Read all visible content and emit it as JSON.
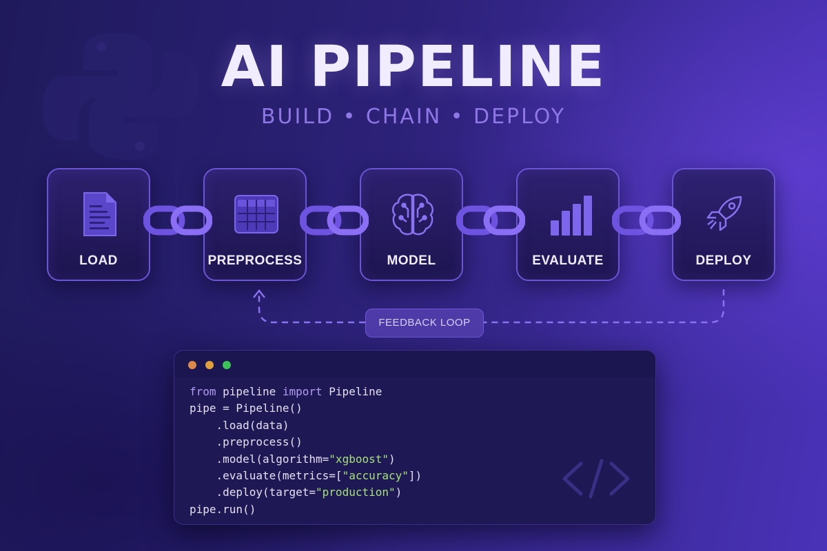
{
  "header": {
    "title": "AI PIPELINE",
    "subtitle": "BUILD • CHAIN • DEPLOY"
  },
  "stages": [
    {
      "label": "LOAD",
      "icon": "document-icon"
    },
    {
      "label": "PREPROCESS",
      "icon": "table-grid-icon"
    },
    {
      "label": "MODEL",
      "icon": "brain-circuit-icon"
    },
    {
      "label": "EVALUATE",
      "icon": "bar-chart-icon"
    },
    {
      "label": "DEPLOY",
      "icon": "rocket-icon"
    }
  ],
  "feedback_loop": {
    "label": "FEEDBACK LOOP"
  },
  "code_editor": {
    "window_dots": [
      "#d98a4a",
      "#e0a040",
      "#3fc15a"
    ],
    "lines": {
      "l1_kw1": "from",
      "l1_mod": " pipeline ",
      "l1_kw2": "import",
      "l1_cls": " Pipeline",
      "l2": "pipe = Pipeline()",
      "l3": "    .load(data)",
      "l4": "    .preprocess()",
      "l5_a": "    .model(algorithm=",
      "l5_s": "\"xgboost\"",
      "l5_b": ")",
      "l6_a": "    .evaluate(metrics=[",
      "l6_s": "\"accuracy\"",
      "l6_b": "])",
      "l7_a": "    .deploy(target=",
      "l7_s": "\"production\"",
      "l7_b": ")",
      "l8": "pipe.run()"
    }
  },
  "colors": {
    "accent": "#7b62e8",
    "string": "#a6e07a",
    "keyword": "#b29cf4"
  }
}
